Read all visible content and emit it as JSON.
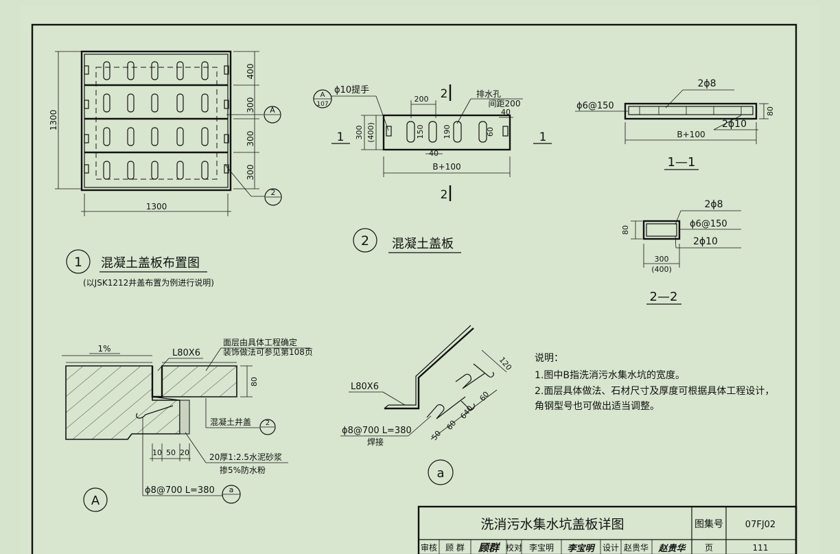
{
  "fig1": {
    "dims": {
      "d_top": "400",
      "d_r2": "300",
      "d_r3": "300",
      "d_r4": "300",
      "d_left": "1300",
      "d_bottom": "1300"
    },
    "callout_a": "A",
    "callout_2": "2",
    "num": "1",
    "title": "混凝土盖板布置图",
    "note": "(以JSK1212井盖布置为例进行说明)"
  },
  "fig2": {
    "handle": "ϕ10提手",
    "ref_top": "A",
    "ref_bottom": "107",
    "hole_title": "排水孔",
    "hole_spacing": "间距200",
    "dims": {
      "d200": "200",
      "d40a": "40",
      "d300": "300",
      "d400": "(400)",
      "d150": "150",
      "d190": "190",
      "d60": "60",
      "d40b": "40",
      "width": "B+100"
    },
    "sec1": "1",
    "sec2": "2",
    "num": "2",
    "title": "混凝土盖板"
  },
  "sec11": {
    "bar_top": "2ϕ8",
    "stirrup": "ϕ6@150",
    "bar_bottom": "2ϕ10",
    "h80": "80",
    "width": "B+100",
    "title": "1—1"
  },
  "sec22": {
    "bar_top": "2ϕ8",
    "stirrup": "ϕ6@150",
    "bar_bottom": "2ϕ10",
    "h80": "80",
    "w300": "300",
    "w400": "(400)",
    "title": "2—2"
  },
  "detailA": {
    "slope": "1%",
    "surface1": "面层由具体工程确定",
    "surface2": "装饰做法可参见第108页",
    "angle": "L80X6",
    "d80": "80",
    "cover": "混凝土井盖",
    "cover_ref": "2",
    "d10": "10",
    "d50": "50",
    "d20": "20",
    "mortar": "20厚1:2.5水泥砂浆",
    "mortar2": "掺5%防水粉",
    "anchor": "ϕ8@700  L=380",
    "anchor_ref": "a",
    "label": "A"
  },
  "detailAnchor": {
    "angle": "L80X6",
    "bar": "ϕ8@700  L=380",
    "weld": "焊接",
    "d120": "120",
    "d60a": "60",
    "d640": "640",
    "d60b": "60",
    "d50": "50",
    "label": "a"
  },
  "notes": {
    "title": "说明：",
    "n1": "1.图中B指洗消污水集水坑的宽度。",
    "n2a": "2.面层具体做法、石材尺寸及厚度可根据具体工程设计，",
    "n2b": "角钢型号也可做出适当调整。"
  },
  "titleblock": {
    "title": "洗消污水集水坑盖板详图",
    "atlas_label": "图集号",
    "atlas_no": "07FJ02",
    "review": "审核",
    "reviewer": "顾 群",
    "reviewer_sig": "顾群",
    "check": "校对",
    "checker": "李宝明",
    "checker_sig": "李宝明",
    "design": "设计",
    "designer": "赵贵华",
    "designer_sig": "赵贵华",
    "page_label": "页",
    "page_no": "111"
  }
}
